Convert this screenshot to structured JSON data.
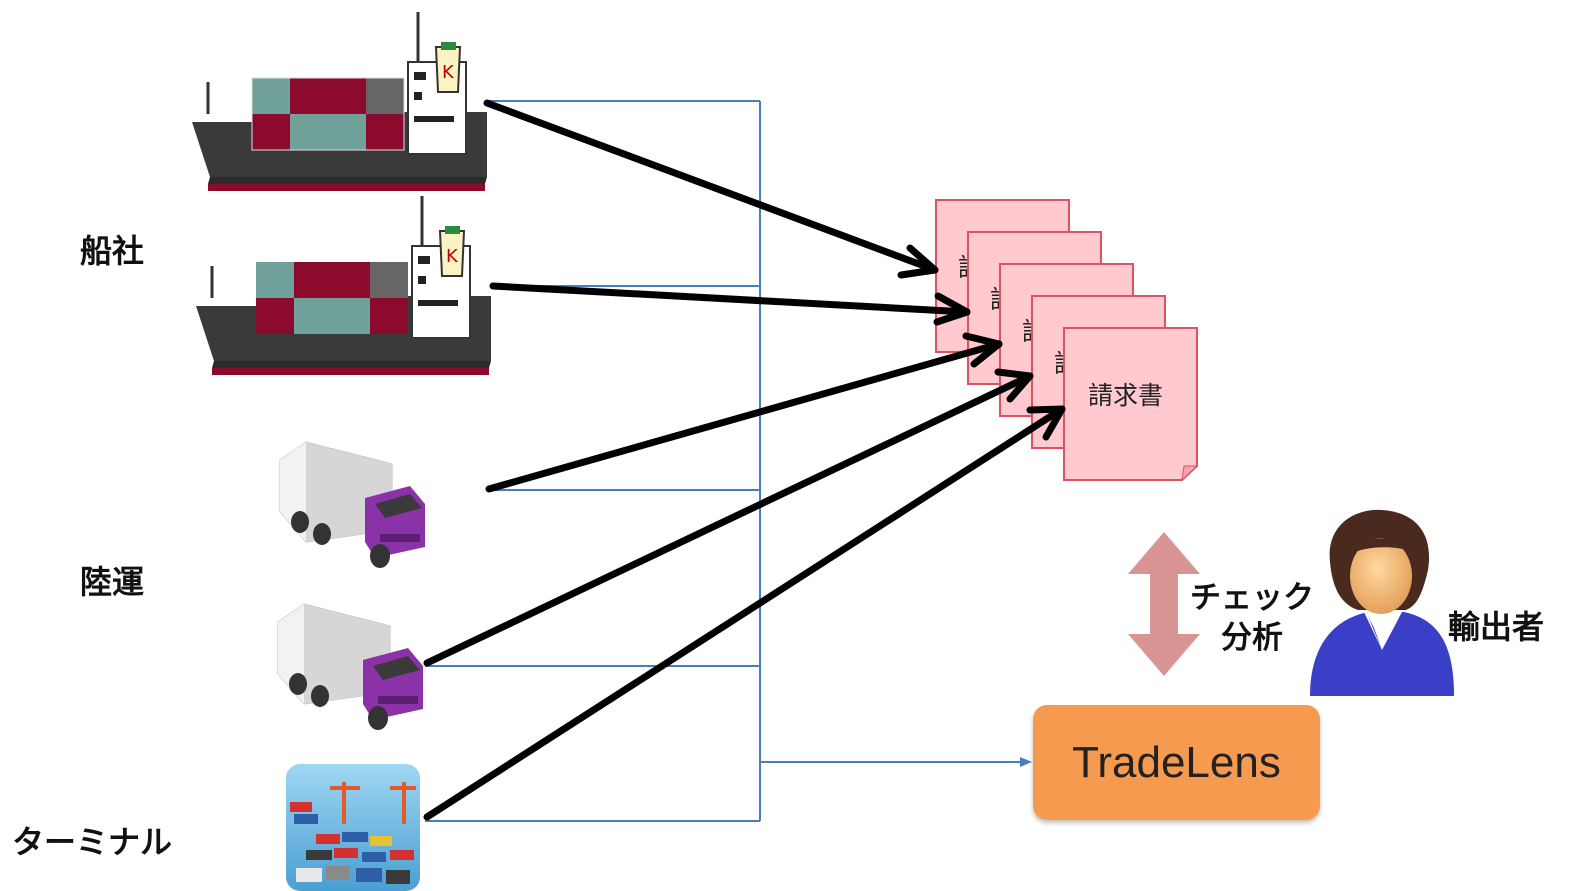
{
  "labels": {
    "shipping_company": "船社",
    "land_transport": "陸運",
    "terminal": "ターミナル",
    "exporter": "輸出者"
  },
  "documents": {
    "front_title": "請求書",
    "back_titles": [
      "請",
      "請",
      "請",
      "請"
    ]
  },
  "check": {
    "line1": "チェック",
    "line2": "分析"
  },
  "tradelens": {
    "label": "TradeLens"
  },
  "colors": {
    "connector_blue": "#4a7ebb",
    "document_fill": "#ffc9cf",
    "document_border": "#d9545f",
    "tradelens_orange": "#f59a4e",
    "check_arrow": "#d99594",
    "ship_hull": "#3a3a3a",
    "container_red": "#8b0a2e",
    "container_teal": "#6fa09a",
    "truck_purple": "#8b32a8",
    "person_blue": "#3a3fc8"
  },
  "icons": {
    "ship": "container-ship-icon",
    "truck": "truck-icon",
    "terminal": "container-terminal-icon",
    "person": "exporter-person-icon"
  }
}
